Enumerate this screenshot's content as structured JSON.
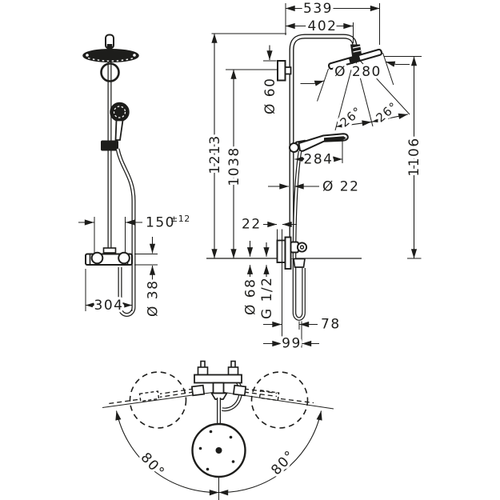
{
  "meta": {
    "background": "#ffffff",
    "ink": "#1d1d1b",
    "description": "Shower system technical dimensional drawing: front view, side view, top swivel view"
  },
  "front_view": {
    "connection_spacing": "150",
    "connection_spacing_tolerance": "±12",
    "valve_width": "304",
    "valve_body_diameter": "Ø 38"
  },
  "side_view": {
    "reach_overall": "539",
    "reach_arm": "402",
    "head_diameter": "Ø 280",
    "wall_bracket_diameter": "Ø 60",
    "height_overall": "1213",
    "height_wall_bracket": "1038",
    "height_head_edge": "1106",
    "handshower_reach": "284",
    "pipe_diameter": "Ø 22",
    "spray_angle_inner": "26°",
    "spray_angle_outer": "26°",
    "wall_clearance": "22",
    "escutcheon_diameter": "Ø 68",
    "connection_thread": "G 1/2",
    "outlet_offset": "78",
    "outlet_offset_outer": "99"
  },
  "top_view": {
    "swivel_angle_left": "80°",
    "swivel_angle_right": "80°"
  }
}
